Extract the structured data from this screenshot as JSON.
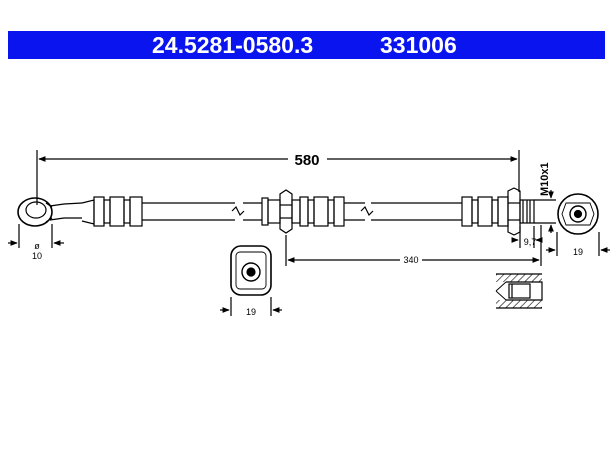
{
  "header": {
    "part_number": "24.5281-0580.3",
    "catalog_number": "331006",
    "background_color": "#0a14ee",
    "text_color": "#ffffff"
  },
  "dimensions": {
    "total_length": "580",
    "partial_length": "340",
    "thread": "M10x1",
    "thread_depth": "9,7",
    "hex_size_end": "19",
    "hex_size_bracket": "19",
    "eye_diameter_symbol": "ø",
    "eye_diameter": "10"
  }
}
